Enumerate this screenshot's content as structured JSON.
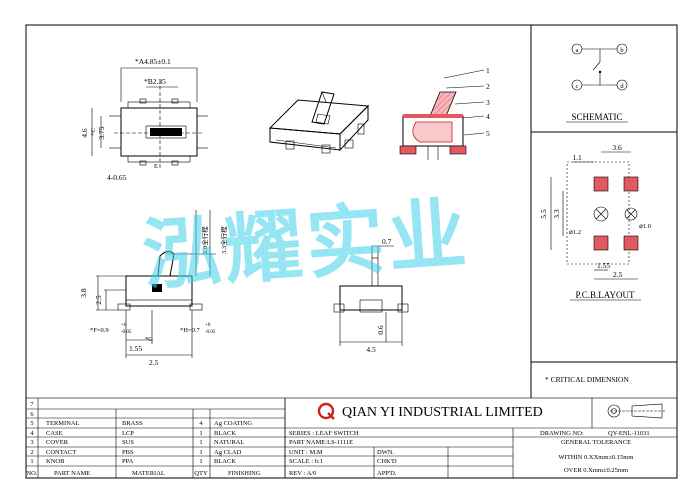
{
  "watermark": "泓耀实业",
  "company": "QIAN YI INDUSTRIAL LIMITED",
  "schematic": {
    "title": "SCHEMATIC",
    "pins": [
      "a",
      "b",
      "c",
      "d"
    ]
  },
  "pcb": {
    "title": "P.C.B.LAYOUT",
    "dims": {
      "w36": "3.6",
      "w11": "1.1",
      "h55": "5.5",
      "h33": "3.3",
      "d12": "⌀1.2",
      "d10": "⌀1.0",
      "w155": "1.55",
      "w25": "2.5"
    }
  },
  "critical_note": "* CRITICAL  DIMENSION",
  "front_view": {
    "a": "*A4.85±0.1",
    "b": "*B2.35",
    "c": "*C",
    "h46": "4.6",
    "h375": "3.75",
    "pitch": "4-0.65",
    "e": "E"
  },
  "side_view": {
    "h38": "3.8",
    "h25": "2.5",
    "f": "*F=0.9",
    "f_tol_top": "+0",
    "f_tol_bot": "-0.05",
    "h": "*H=0.7",
    "h_tol_top": "+0",
    "h_tol_bot": "-0.05",
    "g": "*G",
    "w155": "1.55",
    "w25": "2.5",
    "travel1": "2.8全行程",
    "travel2": "3.3全行程"
  },
  "bottom_view": {
    "d07": "0.7",
    "d06": "0.6",
    "d45": "4.5"
  },
  "detail_labels": [
    "1",
    "2",
    "3",
    "4",
    "5"
  ],
  "bom": {
    "empty_rows": [
      "7",
      "6"
    ],
    "rows": [
      {
        "no": "5",
        "part": "TERMINAL",
        "material": "BRASS",
        "qty": "4",
        "finish": "Ag COATING"
      },
      {
        "no": "4",
        "part": "CASE",
        "material": "LCP",
        "qty": "1",
        "finish": "BLACK"
      },
      {
        "no": "3",
        "part": "COVER",
        "material": "SUS",
        "qty": "1",
        "finish": "NATURAL"
      },
      {
        "no": "2",
        "part": "CONTACT",
        "material": "PBS",
        "qty": "1",
        "finish": "Ag CLAD"
      },
      {
        "no": "1",
        "part": "KNOB",
        "material": "PPA",
        "qty": "1",
        "finish": "BLACK"
      }
    ],
    "header": {
      "no": "NO.",
      "part": "PART NAME",
      "material": "MATERIAL",
      "qty": "QTY",
      "finish": "FINISHING"
    }
  },
  "title_block": {
    "series": "SERIES : LEAF SWITCH",
    "part_name": "PART NAME:LS-1111E",
    "unit": "UNIT : M.M",
    "scale": "SCALE : 6:1",
    "rev": "REV  : A/0",
    "dwn": "DWN.",
    "chkd": "CHK'D",
    "appd": "APP'D.",
    "drawing_no_label": "DRAWING NO:",
    "drawing_no": "QY-ENL-11031",
    "general_tolerance": "GENERAL TOLERANCE",
    "within": "WITHIN 0.XXmm±0.15mm",
    "over": "OVER   0.Xmm±0.25mm"
  }
}
